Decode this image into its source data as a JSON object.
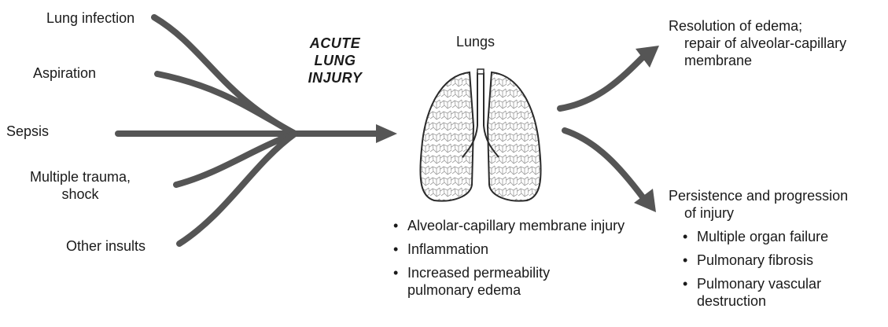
{
  "inputs": {
    "lung_infection": "Lung infection",
    "aspiration": "Aspiration",
    "sepsis": "Sepsis",
    "trauma_line1": "Multiple trauma,",
    "trauma_line2": "shock",
    "other": "Other insults"
  },
  "acute": {
    "line1": "ACUTE",
    "line2": "LUNG",
    "line3": "INJURY"
  },
  "lungs_title": "Lungs",
  "lung_effects": [
    "Alveolar-capillary membrane injury",
    "Inflammation",
    "Increased permeability pulmonary edema"
  ],
  "resolution": {
    "line1": "Resolution of edema;",
    "line2": "repair of alveolar-capillary",
    "line3": "membrane"
  },
  "persistence": {
    "line1": "Persistence and progression",
    "line2": "of injury"
  },
  "persistence_effects": [
    "Multiple organ failure",
    "Pulmonary fibrosis",
    "Pulmonary vascular destruction"
  ],
  "colors": {
    "arrow": "#555555",
    "lung_outline": "#2a2a2a",
    "lung_texture": "#9a9a9a"
  }
}
